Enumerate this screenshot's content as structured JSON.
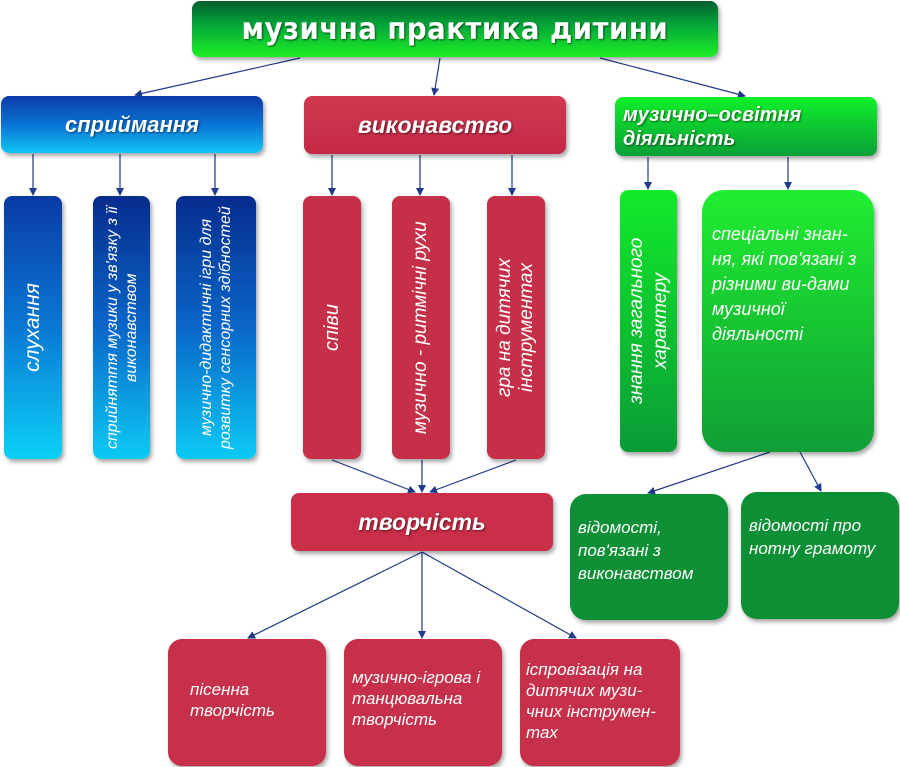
{
  "title": "музична практика дитини",
  "branches": {
    "perception": {
      "header": "сприймання",
      "items": [
        "слухання",
        "сприйняття музики у зв'язку з її виконавством",
        "музично-дидактичні ігри для розвитку сенсорних здібностей"
      ]
    },
    "performance": {
      "header": "виконавство",
      "items": [
        "співи",
        "музично - ритмічні рухи",
        "гра на дитячих інструментах"
      ]
    },
    "education": {
      "header": "музично–освітня діяльність",
      "general": "знання загального характеру",
      "special": "спеціальні знан-ня, які пов'язані з різними ви-дами музичної діяльності",
      "leaves": [
        "відомості, пов'язані з виконавством",
        "відомості про нотну грамоту"
      ]
    }
  },
  "creativity": {
    "header": "творчість",
    "items": [
      "пісенна творчість",
      "музично-ігрова і танцювальна творчість",
      "іспровізація на дитячих музи-чних інструмен-тах"
    ]
  },
  "colors": {
    "green": "#0aa037",
    "blue": "#0a78d4",
    "red": "#c52f48",
    "arrow": "#1f3a8a"
  }
}
